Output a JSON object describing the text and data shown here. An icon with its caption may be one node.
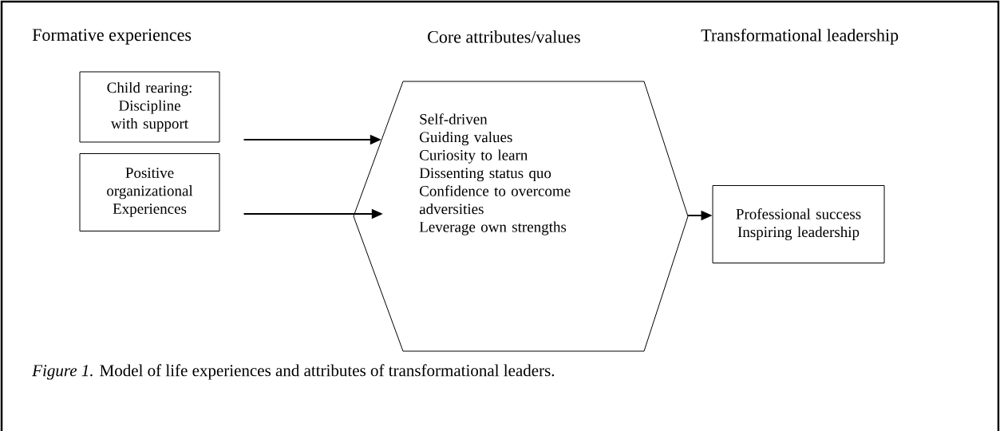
{
  "diagram": {
    "caption": "*Figure 1.* Model of life experiences and attributes of transformational leaders.",
    "nodes": [
      {
        "text": [
          "Child rearing: Discipline with support"
        ]
      },
      {
        "text": [
          "Positive organizational Experiences"
        ]
      },
      {
        "text": [
          "Self-driven",
          "Guiding values",
          "Curiosity to learn",
          "Dissenting status quo",
          "Confidence to overcome adversities",
          "Leverage own strengths"
        ]
      },
      {
        "text": [
          "Professional success",
          "Inspiring leadership"
        ]
      }
    ],
    "edges": [
      {
        "from": 0,
        "to": 2,
        "arrow": "to"
      },
      {
        "from": 1,
        "to": 2,
        "arrow": "to"
      },
      {
        "from": 2,
        "to": 3,
        "arrow": "to"
      }
    ],
    "labels": [
      "Formative experiences",
      "Core attributes/values",
      "Transformational leadership"
    ]
  }
}
